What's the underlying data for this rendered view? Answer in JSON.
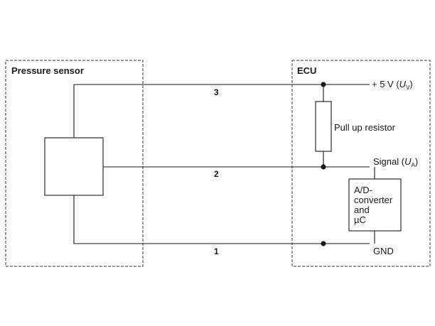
{
  "sensor": {
    "title": "Pressure sensor"
  },
  "ecu": {
    "title": "ECU"
  },
  "lines": [
    {
      "number": "3"
    },
    {
      "number": "2"
    },
    {
      "number": "1"
    }
  ],
  "labels": {
    "supply_prefix": "+ 5 V (",
    "supply_var": "U",
    "supply_sub": "V",
    "supply_suffix": ")",
    "signal_prefix": "Signal (",
    "signal_var": "U",
    "signal_sub": "A",
    "signal_suffix": ")",
    "gnd": "GND",
    "resistor": "Pull up resistor"
  },
  "converter": {
    "lines": [
      "A/D-",
      "converter",
      "and",
      "µC"
    ]
  }
}
